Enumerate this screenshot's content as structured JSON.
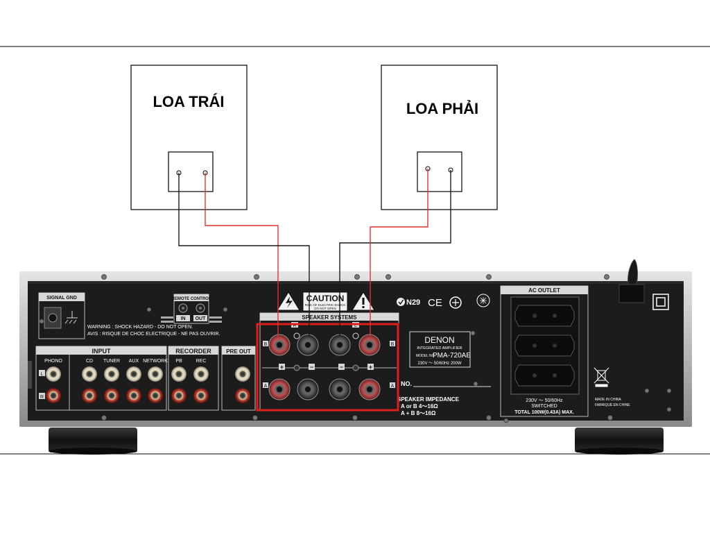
{
  "speakers": {
    "left_label": "LOA TRÁI",
    "right_label": "LOA PHẢI"
  },
  "amplifier": {
    "signal_gnd": "SIGNAL GND",
    "warning_en": "WARNING : SHOCK HAZARD - DO NOT OPEN.",
    "warning_fr": "AVIS : RISQUE DE CHOC ELECTRIQUE - NE PAS OUVRIR.",
    "remote_control": "REMOTE CONTROL",
    "remote_in": "IN",
    "remote_out": "OUT",
    "caution_title": "CAUTION",
    "caution_line1": "RISK OF ELECTRIC SHOCK",
    "caution_line2": "DO NOT OPEN",
    "speaker_systems": "SPEAKER SYSTEMS",
    "ch_right": "R",
    "ch_left": "L",
    "row_b": "B",
    "row_a": "A",
    "plus": "+",
    "minus": "−",
    "cert_n29": "N29",
    "cert_ce": "CE",
    "ac_outlet": "AC OUTLET",
    "input_group": "INPUT",
    "recorder_group": "RECORDER",
    "pre_out": "PRE OUT",
    "jack_phono": "PHONO",
    "jack_cd": "CD",
    "jack_tuner": "TUNER",
    "jack_aux": "AUX",
    "jack_network": "NETWORK",
    "jack_pb": "PB",
    "jack_rec": "REC",
    "brand": "DENON",
    "product_type": "INTEGRATED AMPLIFIER",
    "model_prefix": "MODEL NO.",
    "model": "PMA-720AE",
    "power_rating": "230V ～ 50/60Hz 200W",
    "serial_no": "NO.",
    "impedance_title": "SPEAKER IMPEDANCE",
    "impedance_a_or_b": "A or B   4～16Ω",
    "impedance_a_and_b": "A + B   8～16Ω",
    "ac_voltage": "230V ～ 50/60Hz",
    "ac_switched": "SWITCHED",
    "ac_total": "TOTAL 100W(0.43A) MAX.",
    "made_in_china": "MADE IN CHINA",
    "made_in_china_fr": "FABRIQUÉ EN CHINE"
  },
  "colors": {
    "wire_positive": "#e0302f",
    "wire_negative": "#1a1a1a",
    "highlight_box": "#e01e1e",
    "panel": "#1c1c1c"
  }
}
